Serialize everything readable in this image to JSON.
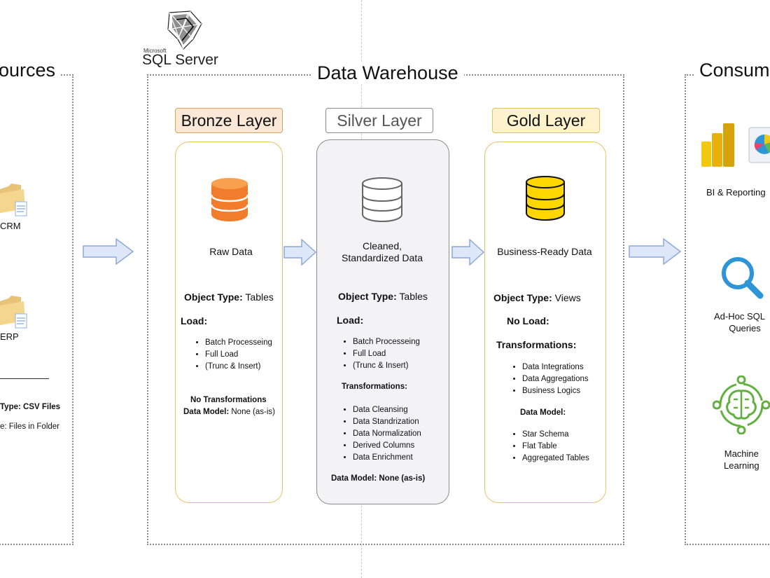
{
  "sql_server": {
    "brand_small": "Microsoft",
    "brand": "SQL Server"
  },
  "sources": {
    "title": "ources",
    "crm_label": "CRM",
    "erp_label": "ERP",
    "object_type": "Type: CSV Files",
    "interface": "e: Files in Folder"
  },
  "warehouse": {
    "title": "Data Warehouse"
  },
  "bronze": {
    "header": "Bronze Layer",
    "description": "Raw Data",
    "object_type_label": "Object Type:",
    "object_type_value": "Tables",
    "load_label": "Load:",
    "load_items": [
      "Batch Processeing",
      "Full Load",
      "(Trunc & Insert)"
    ],
    "transformations": "No Transformations",
    "data_model_label": "Data Model:",
    "data_model_value": "None (as-is)"
  },
  "silver": {
    "header": "Silver Layer",
    "description_line1": "Cleaned,",
    "description_line2": "Standardized Data",
    "object_type_label": "Object Type:",
    "object_type_value": "Tables",
    "load_label": "Load:",
    "load_items": [
      "Batch Processeing",
      "Full Load",
      "(Trunc & Insert)"
    ],
    "transformations_label": "Transformations:",
    "transformation_items": [
      "Data Cleansing",
      "Data Standrization",
      "Data Normalization",
      "Derived Columns",
      "Data Enrichment"
    ],
    "data_model": "Data Model: None (as-is)"
  },
  "gold": {
    "header": "Gold Layer",
    "description": "Business-Ready Data",
    "object_type_label": "Object Type:",
    "object_type_value": "Views",
    "load": "No Load:",
    "transformations_label": "Transformations:",
    "transformation_items": [
      "Data Integrations",
      "Data Aggregations",
      "Business Logics"
    ],
    "data_model_label": "Data Model:",
    "data_model_items": [
      "Star Schema",
      "Flat Table",
      "Aggregated Tables"
    ]
  },
  "consume": {
    "title": "Consum",
    "bi_label": "BI & Reporting",
    "adhoc_line1": "Ad-Hoc SQL",
    "adhoc_line2": "Queries",
    "ml_line1": "Machine",
    "ml_line2": "Learning"
  },
  "colors": {
    "bronze_fill": "#fbe8d7",
    "bronze_border": "#d9a35e",
    "bronze_db": "#f07c2c",
    "silver_fill": "#f3f3f5",
    "silver_border": "#8c8c8c",
    "gold_fill": "#fff2cc",
    "gold_border": "#e2c45e",
    "gold_db": "#ffd700",
    "arrow": "#dde7f7",
    "arrow_stroke": "#8ea9db",
    "magnifier": "#2e96d6",
    "ml_green": "#62b03f"
  }
}
